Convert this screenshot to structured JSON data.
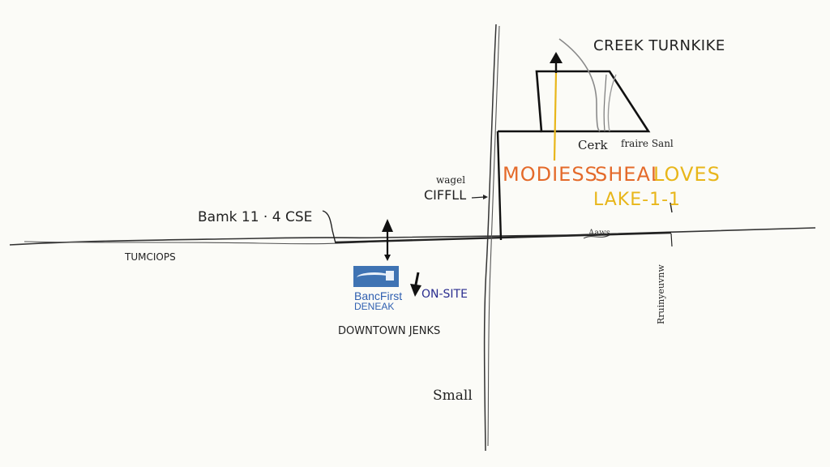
{
  "map": {
    "labels": {
      "creek_turnkike": "CREEK TURNKIKE",
      "cerk_note": "Cerk",
      "fare_note": "fraire Sanl",
      "wagel": "wagel",
      "cifell": "CIFFLL",
      "modiess": "MODIESS",
      "sheal": "SHEAL",
      "loves": "LOVES",
      "lake": "LAKE-1-1",
      "bank_street": "Bamk 11 · 4 CSE",
      "tumciops": "TUMCIOPS",
      "bank_name_line1": "BancFirst",
      "bank_name_line2": "DENEAK",
      "on_site": "ON-SITE",
      "downtown": "DOWNTOWN JENKS",
      "small": "Small",
      "vertical_street": "Rruinyeuvnw",
      "road_scribble": "Aaws"
    },
    "colors": {
      "ink": "#222222",
      "orange": "#e46a2a",
      "yellow": "#e8b61a",
      "bank_blue": "#3f73b3",
      "bank_text": "#2f5fb0",
      "on_site": "#2a2d8f"
    },
    "icons": [
      "up-arrow-icon",
      "down-arrow-icon",
      "bank-logo-icon"
    ]
  }
}
